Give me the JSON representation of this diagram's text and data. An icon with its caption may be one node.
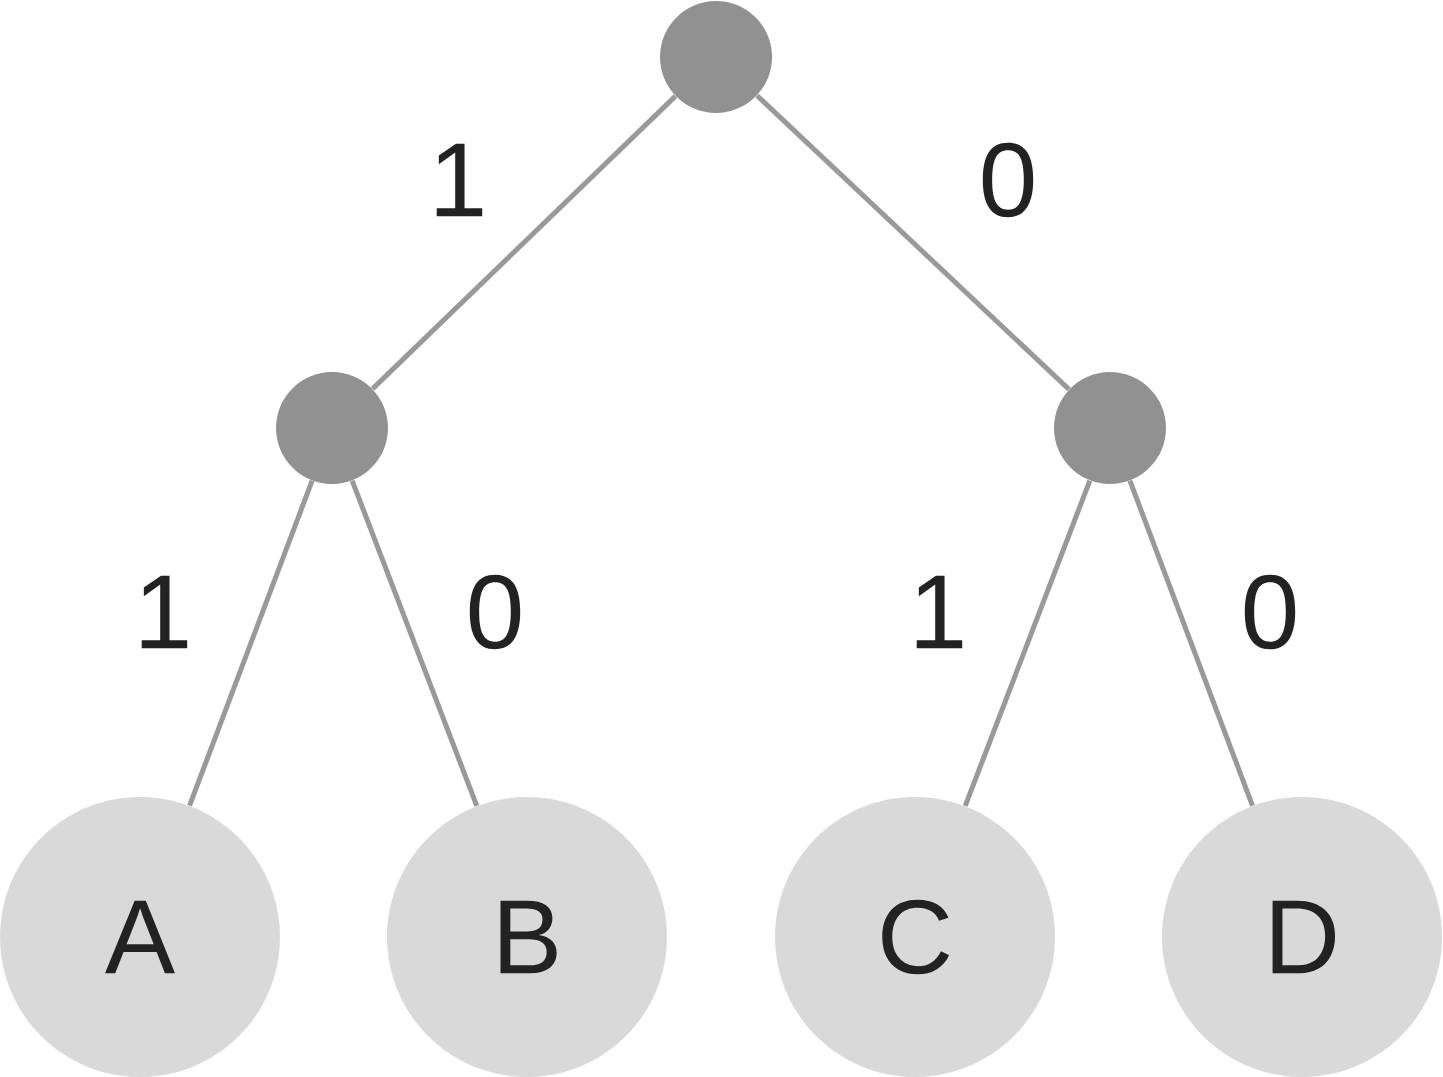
{
  "diagram": {
    "nodes": [
      {
        "text": [],
        "shape": "circle"
      },
      {
        "text": [],
        "shape": "circle"
      },
      {
        "text": [],
        "shape": "circle"
      },
      {
        "text": [
          "A"
        ]
      },
      {
        "text": [
          "B"
        ]
      },
      {
        "text": [
          "C"
        ]
      },
      {
        "text": [
          "D"
        ]
      }
    ],
    "edges": [
      {
        "from": 0,
        "to": 1,
        "arrow": "none",
        "label": "1"
      },
      {
        "from": 0,
        "to": 2,
        "arrow": "none",
        "label": "0"
      },
      {
        "from": 1,
        "to": 3,
        "arrow": "none",
        "label": "1"
      },
      {
        "from": 1,
        "to": 4,
        "arrow": "none",
        "label": "0"
      },
      {
        "from": 2,
        "to": 5,
        "arrow": "none",
        "label": "1"
      },
      {
        "from": 2,
        "to": 6,
        "arrow": "none",
        "label": "0"
      }
    ]
  }
}
